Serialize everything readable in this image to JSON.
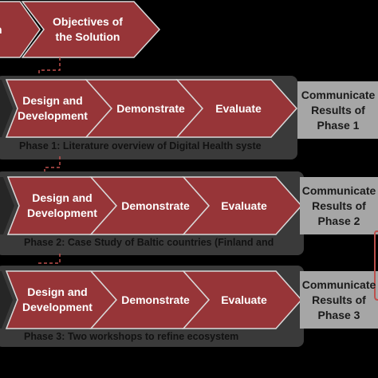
{
  "top": {
    "prev_fragment": "n",
    "objectives": "Objectives of the Solution"
  },
  "rows": [
    {
      "design": "Design and Development",
      "demonstrate": "Demonstrate",
      "evaluate": "Evaluate",
      "communicate": "Communicate Results of Phase 1",
      "phase": "Phase 1:  Literature overview of Digital Health  syste"
    },
    {
      "design": "Design and Development",
      "demonstrate": "Demonstrate",
      "evaluate": "Evaluate",
      "communicate": "Communicate Results of Phase 2",
      "phase": "Phase 2:  Case Study of Baltic countries (Finland and"
    },
    {
      "design": "Design and Development",
      "demonstrate": "Demonstrate",
      "evaluate": "Evaluate",
      "communicate": "Communicate Results of Phase 3",
      "phase": "Phase 3:  Two workshops to refine ecosystem"
    }
  ],
  "colors": {
    "chevron": "#973538",
    "chevron_edge": "#d9d9d9",
    "panel": "#3a3a3a",
    "communicate_box": "#a6a6a6",
    "connector": "#c0504d"
  }
}
